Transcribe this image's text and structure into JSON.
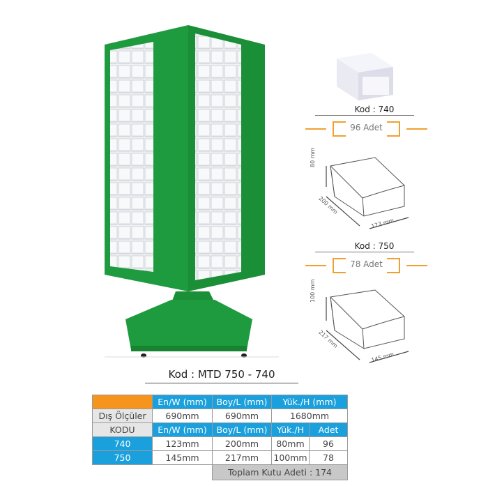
{
  "product": {
    "title": "Kod : MTD 750 - 740",
    "tower_color": "#1e9b3e",
    "name": "rotating-drawer-cabinet"
  },
  "boxes": [
    {
      "code_label": "Kod : 740",
      "count_label": "96 Adet",
      "dims": {
        "height": "80 mm",
        "depth": "200 mm",
        "width": "123 mm"
      }
    },
    {
      "code_label": "Kod : 750",
      "count_label": "78 Adet",
      "dims": {
        "height": "100 mm",
        "depth": "217 mm",
        "width": "145 mm"
      }
    }
  ],
  "accent_colors": {
    "orange": "#f7941d",
    "blue": "#1aa0dc",
    "green": "#1e9b3e"
  },
  "table": {
    "header1": [
      "",
      "En/W (mm)",
      "Boy/L (mm)",
      "Yük./H (mm)"
    ],
    "outer_row": {
      "label": "Dış Ölçüler",
      "values": [
        "690mm",
        "690mm",
        "1680mm"
      ]
    },
    "header2": [
      "KODU",
      "En/W (mm)",
      "Boy/L (mm)",
      "Yük./H",
      "Adet"
    ],
    "rows": [
      {
        "code": "740",
        "w": "123mm",
        "l": "200mm",
        "h": "80mm",
        "qty": "96"
      },
      {
        "code": "750",
        "w": "145mm",
        "l": "217mm",
        "h": "100mm",
        "qty": "78"
      }
    ],
    "total": "Toplam Kutu Adeti :   174"
  }
}
